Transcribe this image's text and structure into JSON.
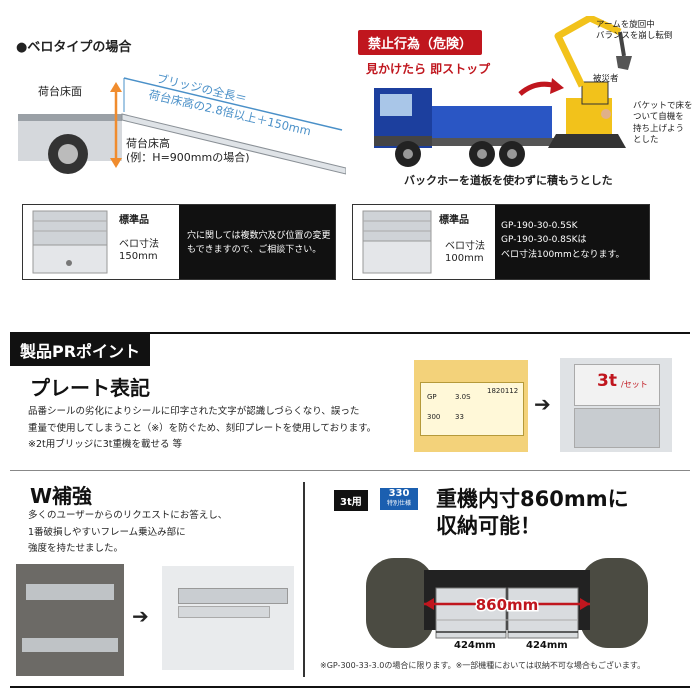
{
  "bero": {
    "title": "●ベロタイプの場合",
    "bridge_length_line1": "ブリッジの全長＝",
    "bridge_length_line2": "荷台床高の2.8倍以上＋150mm",
    "deck_floor": "荷台床面",
    "deck_height": "荷台床高",
    "deck_height_example": "(例：H=900mmの場合)"
  },
  "danger": {
    "badge": "禁止行為（危険）",
    "stop": "見かけたら 即ストップ",
    "arm_note_1": "アームを旋回中",
    "arm_note_2": "バランスを崩し転倒",
    "victim": "被災者",
    "bucket_1": "バケットで床を",
    "bucket_2": "ついて自機を",
    "bucket_3": "持ち上げよう",
    "bucket_4": "とした",
    "caption": "バックホーを道板を使わずに積もうとした"
  },
  "spec_left": {
    "standard": "標準品",
    "tongue": "ベロ寸法",
    "size": "150mm",
    "desc_1": "穴に関しては複数穴及び位置の変更",
    "desc_2": "もできますので、ご相談下さい。"
  },
  "spec_right": {
    "standard": "標準品",
    "tongue": "ベロ寸法",
    "size": "100mm",
    "desc_1": "GP-190-30-0.5SK",
    "desc_2": "GP-190-30-0.8SKは",
    "desc_3": "ベロ寸法100mmとなります。"
  },
  "pr": {
    "heading": "製品PRポイント"
  },
  "plate": {
    "title": "プレート表記",
    "body_1": "品番シールの劣化によりシールに印字された文字が認識しづらくなり、誤った",
    "body_2": "重量で使用してしまうこと（※）を防ぐため、刻印プレートを使用しております。",
    "body_3": "※2t用ブリッジに3t重機を載せる 等",
    "sticker_gp": "GP",
    "sticker_num1": "3.0S",
    "sticker_300": "300",
    "sticker_33": "33",
    "sticker_serial": "1820112",
    "plate_label_big": "3t",
    "plate_label_small": "/セット"
  },
  "w": {
    "title": "W補強",
    "body_1": "多くのユーザーからのリクエストにお答えし、",
    "body_2": "1番破損しやすいフレーム乗込み部に",
    "body_3": "強度を持たせました。"
  },
  "machine": {
    "badge_3t": "3t用",
    "badge_330": "330",
    "badge_330_sub": "特別仕様",
    "headline_1": "重機内寸860mmに",
    "headline_2": "収納可能！",
    "dim_860": "860mm",
    "dim_left": "424mm",
    "dim_right": "424mm",
    "footnote": "※GP-300-33-3.0の場合に限ります。※一部機種においては収納不可な場合もございます。"
  },
  "colors": {
    "accent_red": "#c0161e",
    "ramp_blue": "#4a90c8",
    "truck_blue": "#1c3f9e",
    "excavator_yellow": "#f2c21b",
    "badge_blue": "#1b5fb0"
  }
}
